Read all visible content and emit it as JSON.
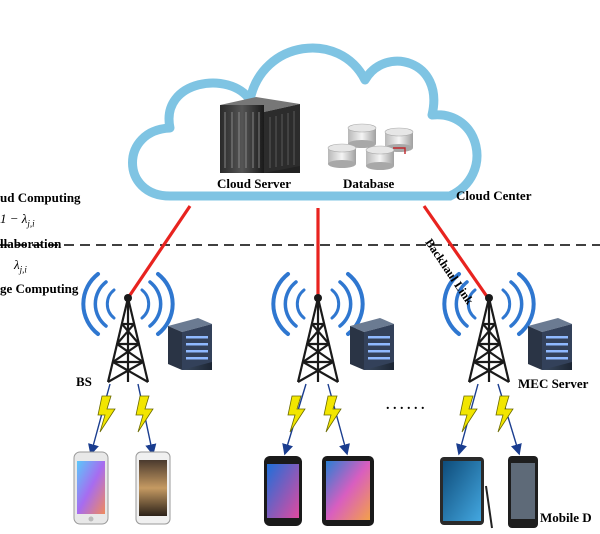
{
  "cloud": {
    "server_label": "Cloud Server",
    "database_label": "Database",
    "center_label": "Cloud Center"
  },
  "left_labels": {
    "cloud_computing": "ud Computing",
    "cloud_lambda": "1 − λ",
    "cloud_lambda_sub": "j,i",
    "collaboration": "llaboration",
    "edge_lambda": "λ",
    "edge_lambda_sub": "j,i",
    "edge_computing": "ge Computing"
  },
  "link_label": "Backhaul Link",
  "bs_label": "BS",
  "mec_label": "MEC Server",
  "ellipsis": ". . . . . .",
  "device_label": "Mobile D",
  "colors": {
    "cloud_stroke": "#7fc4e3",
    "backhaul": "#e8231f",
    "signal": "#2f77d0",
    "lightning": "#f2e600",
    "tower": "#1a1a1a"
  },
  "icons": {
    "cloud": "cloud-icon",
    "server": "server-rack-icon",
    "database": "database-icon",
    "tower": "antenna-tower-icon",
    "mec": "mec-server-icon",
    "lightning": "lightning-icon",
    "phone": "smartphone-icon",
    "tablet": "tablet-icon"
  }
}
